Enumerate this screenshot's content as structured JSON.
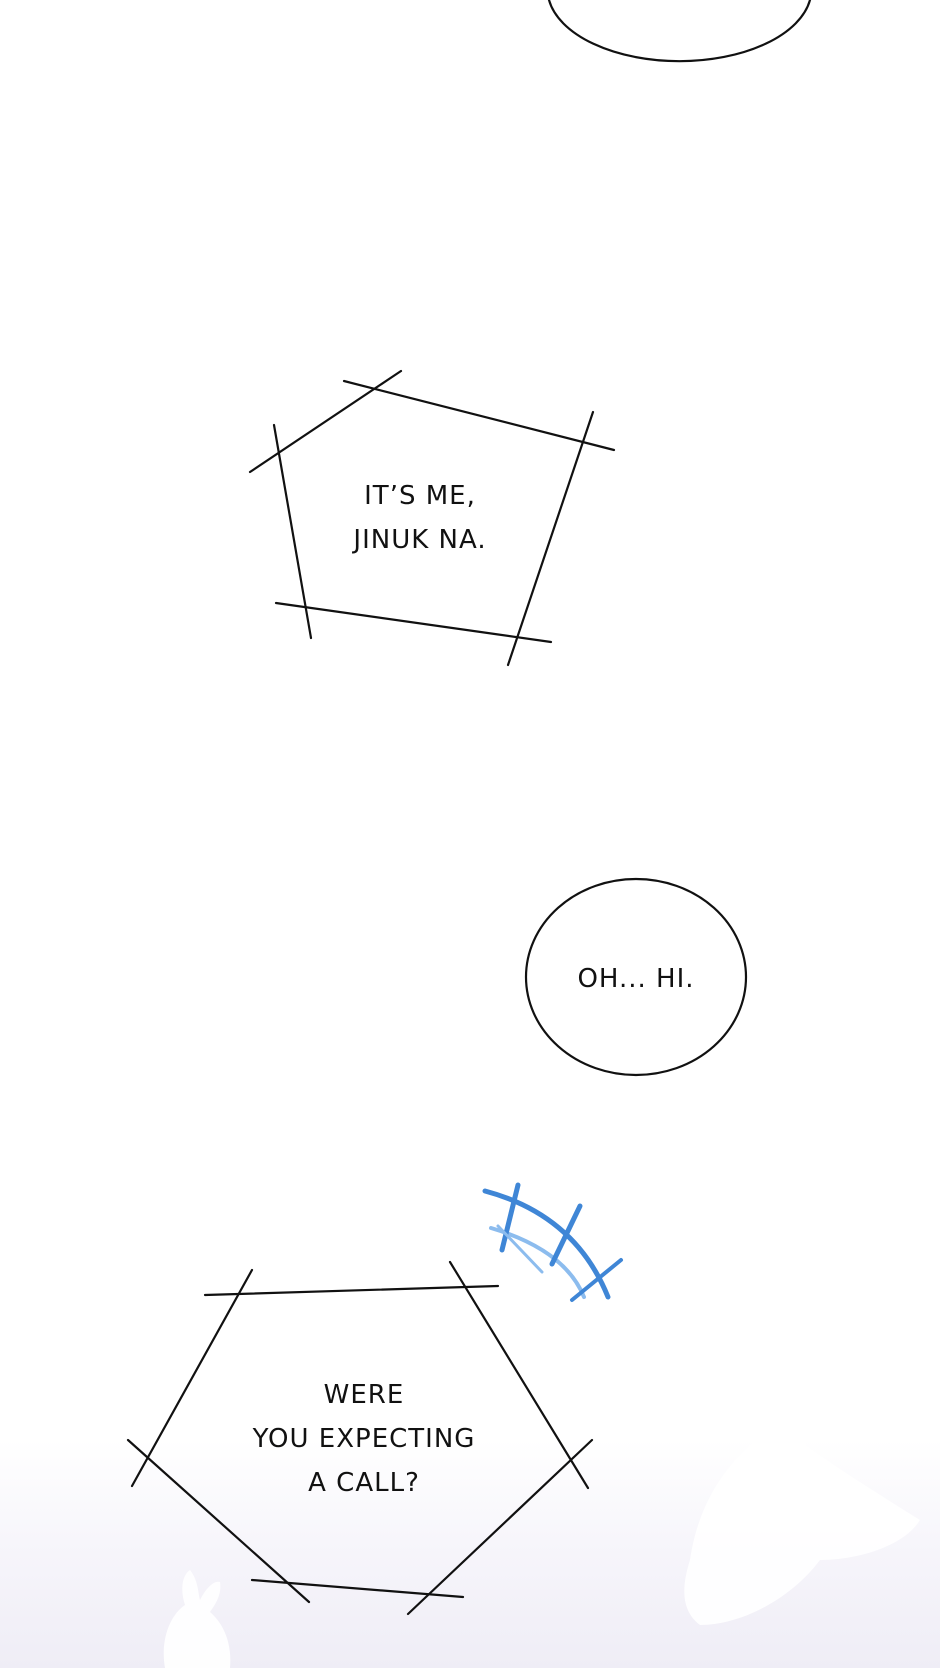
{
  "bubbles": {
    "pentagon": {
      "lines": [
        "IT’S ME,",
        "JINUK NA."
      ]
    },
    "ellipse": {
      "lines": [
        "OH... HI."
      ]
    },
    "hexagon": {
      "lines": [
        "WERE",
        "YOU EXPECTING",
        "A CALL?"
      ]
    }
  },
  "colors": {
    "ink": "#111111",
    "sfx_blue": "#3f86d6",
    "sfx_blue_light": "#8cbcee",
    "bottom_tint": "#efedf6"
  },
  "icons": {
    "sfx_mark": "blue-ring-ripple",
    "background_figures": "rabbit-silhouettes"
  }
}
